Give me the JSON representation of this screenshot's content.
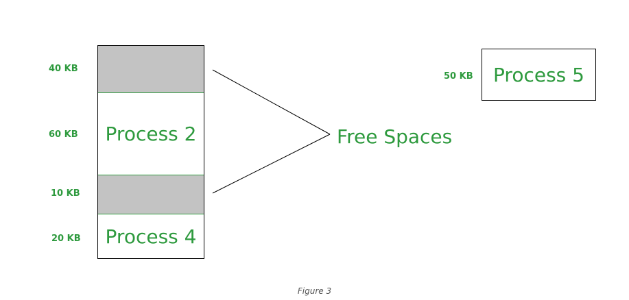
{
  "labels": {
    "free_top_size": "40 KB",
    "process2_size": "60 KB",
    "free_bottom_size": "10 KB",
    "process4_size": "20 KB",
    "process5_size": "50 KB"
  },
  "blocks": {
    "process2": "Process 2",
    "process4": "Process 4",
    "process5": "Process 5"
  },
  "free_spaces_label": "Free Spaces",
  "caption": "Figure 3",
  "colors": {
    "label_green": "#2e9a3e",
    "free_fill": "#c3c3c3",
    "border": "#000000"
  }
}
